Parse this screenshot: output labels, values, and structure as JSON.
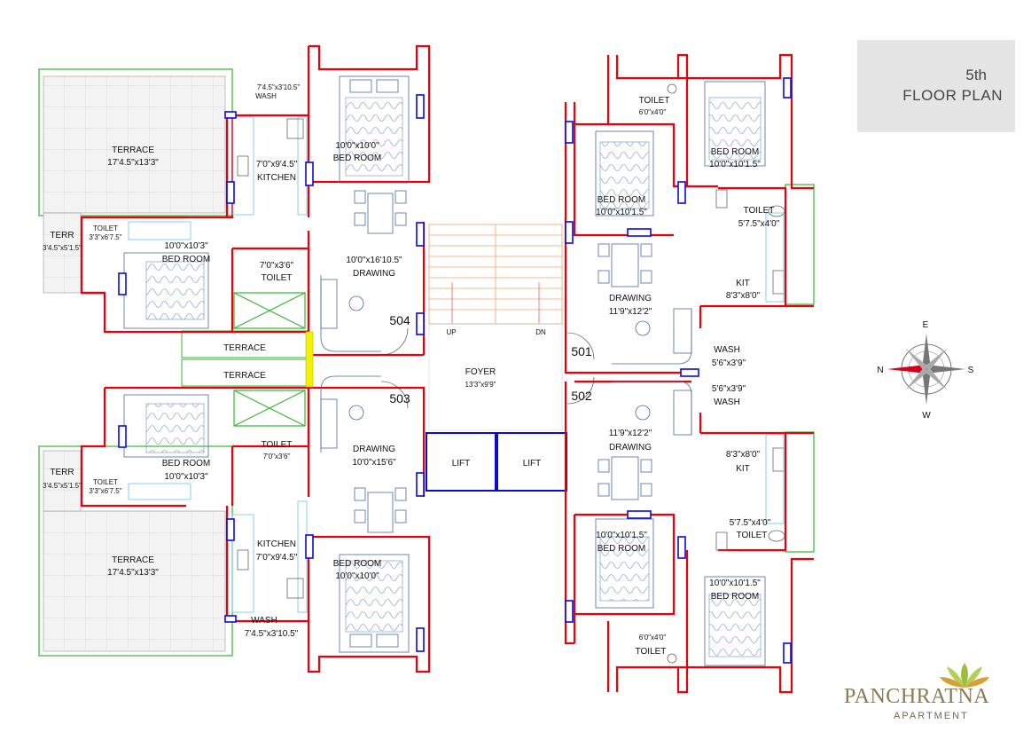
{
  "floor": {
    "number": "5th",
    "title": "FLOOR PLAN"
  },
  "brand": {
    "name": "PANCHRATNA",
    "sub": "APARTMENT",
    "color": "#8b7a52",
    "leaf_color": "#9bbf3c"
  },
  "compass": {
    "n": "N",
    "s": "S",
    "e": "E",
    "w": "W"
  },
  "colors": {
    "walls": "#e8000d",
    "windows": "#0a0ad8",
    "balcony": "#36b536",
    "stairs": "#f0a070"
  },
  "units": {
    "u501": "501",
    "u502": "502",
    "u503": "503",
    "u504": "504"
  },
  "common": {
    "foyer": "FOYER",
    "foyer_dim": "13'3\"x9'9\"",
    "lift1": "LIFT",
    "lift2": "LIFT",
    "up": "UP",
    "dn": "DN",
    "terrace_a": "TERRACE",
    "terrace_b": "TERRACE"
  },
  "rooms504": {
    "wash": "WASH",
    "wash_dim": "7'4.5\"x3'10.5\"",
    "terrace": "TERRACE",
    "terrace_dim": "17'4.5\"x13'3\"",
    "bed1": "BED ROOM",
    "bed1_dim": "10'0\"x10'0\"",
    "kitchen": "KITCHEN",
    "kitchen_dim": "7'0\"x9'4.5\"",
    "drawing": "DRAWING",
    "drawing_dim": "10'0\"x16'10.5\"",
    "terr": "TERR",
    "terr_dim": "3'4.5\"x5'1.5\"",
    "toilet_s": "TOILET",
    "toilet_s_dim": "3'3\"x6'7.5\"",
    "bed2": "BED ROOM",
    "bed2_dim": "10'0\"x10'3\"",
    "toilet": "TOILET",
    "toilet_dim": "7'0\"x3'6\""
  },
  "rooms503": {
    "toilet": "TOILET",
    "toilet_dim": "7'0\"x3'6\"",
    "drawing": "DRAWING",
    "drawing_dim": "10'0\"x15'6\"",
    "terr": "TERR",
    "terr_dim": "3'4.5\"x5'1.5\"",
    "toilet_s": "TOILET",
    "toilet_s_dim": "3'3\"x6'7.5\"",
    "bed2": "BED ROOM",
    "bed2_dim": "10'0\"x10'3\"",
    "kitchen": "KITCHEN",
    "kitchen_dim": "7'0\"x9'4.5\"",
    "bed1": "BED ROOM",
    "bed1_dim": "10'0\"x10'0\"",
    "terrace": "TERRACE",
    "terrace_dim": "17'4.5\"x13'3\"",
    "wash": "WASH",
    "wash_dim": "7'4.5\"x3'10.5\""
  },
  "rooms501": {
    "toilet_t": "TOILET",
    "toilet_t_dim": "6'0\"x4'0\"",
    "bed_r": "BED ROOM",
    "bed_r_dim": "10'0\"x10'1.5\"",
    "bed_l": "BED ROOM",
    "bed_l_dim": "10'0\"x10'1.5\"",
    "toilet": "TOILET",
    "toilet_dim": "5'7.5\"x4'0\"",
    "kit": "KIT",
    "kit_dim": "8'3\"x8'0\"",
    "drawing": "DRAWING",
    "drawing_dim": "11'9\"x12'2\"",
    "wash": "WASH",
    "wash_dim": "5'6\"x3'9\""
  },
  "rooms502": {
    "wash_dim": "5'6\"x3'9\"",
    "wash": "WASH",
    "drawing_dim": "11'9\"x12'2\"",
    "drawing": "DRAWING",
    "kit_dim": "8'3\"x8'0\"",
    "kit": "KIT",
    "toilet_dim": "5'7.5\"x4'0\"",
    "toilet": "TOILET",
    "bed_l_dim": "10'0\"x10'1.5\"",
    "bed_l": "BED ROOM",
    "bed_r_dim": "10'0\"x10'1.5\"",
    "bed_r": "BED ROOM",
    "toilet_b_dim": "6'0\"x4'0\"",
    "toilet_b": "TOILET"
  }
}
